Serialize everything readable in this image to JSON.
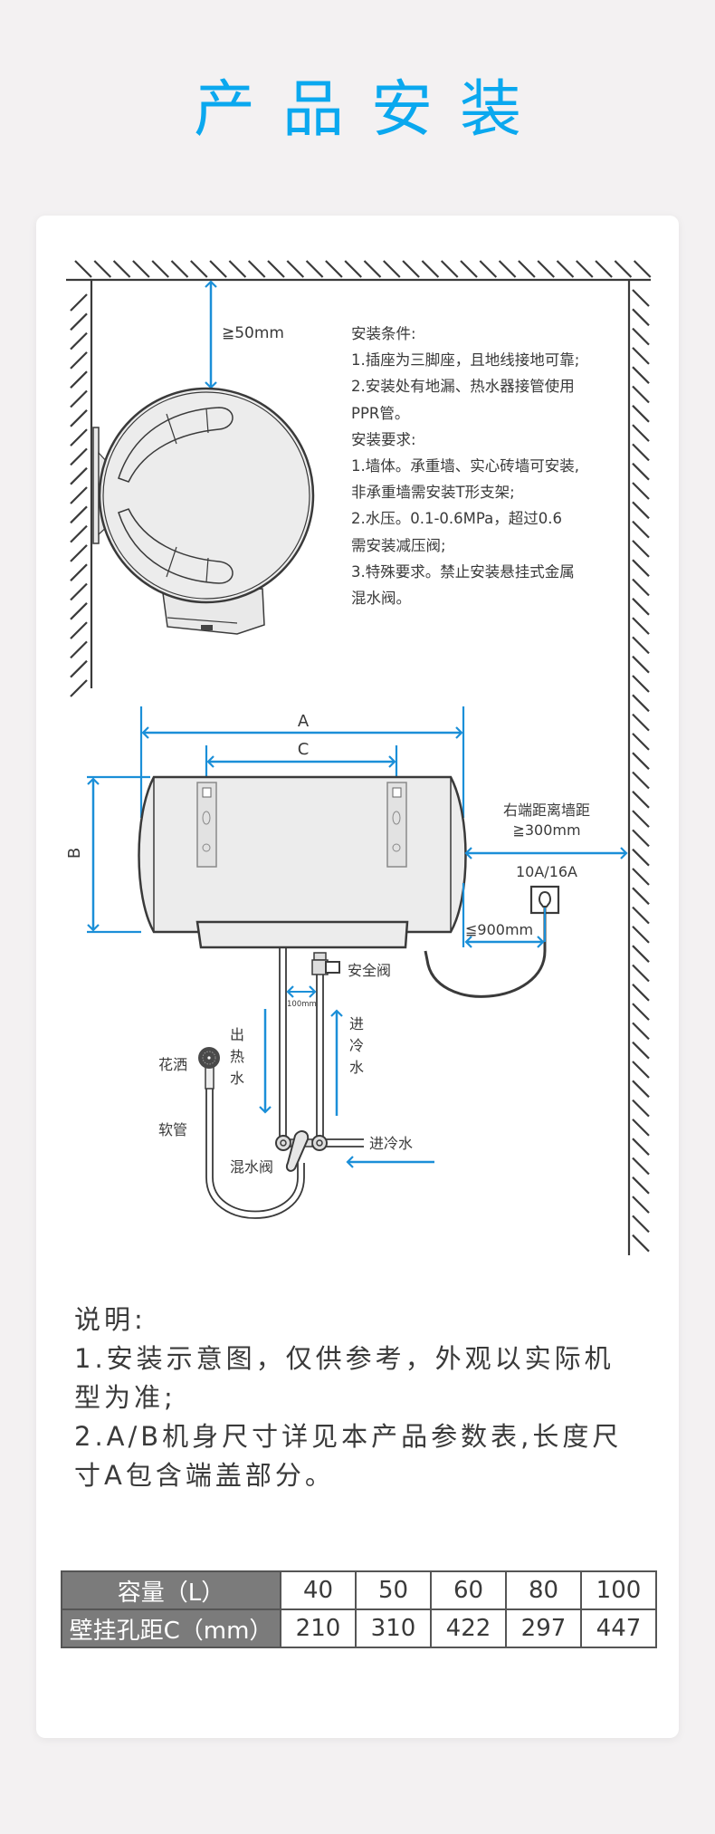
{
  "page_title": "产品安装",
  "colors": {
    "accent": "#0aa8ef",
    "dimension_blue": "#1b8fd8",
    "line_dark": "#3a3a3a",
    "tank_fill": "#ececec",
    "table_header_bg": "#7b7b7b",
    "background": "#f3f1f2"
  },
  "diagram": {
    "top_clearance_label": "≧50mm",
    "dimension_a_label": "A",
    "dimension_b_label": "B",
    "dimension_c_label": "C",
    "right_clearance_label_line1": "右端距离墙距",
    "right_clearance_label_line2": "≧300mm",
    "outlet_rating_label": "10A/16A",
    "outlet_distance_label": "≦900mm",
    "safety_valve_label": "安全阀",
    "pipe_spacing_label": "100mm",
    "hot_out_label": [
      "出",
      "热",
      "水"
    ],
    "cold_in_vertical_label": [
      "进",
      "冷",
      "水"
    ],
    "cold_in_label": "进冷水",
    "shower_head_label": "花洒",
    "hose_label": "软管",
    "mixing_valve_label": "混水阀"
  },
  "requirements": {
    "lines": [
      "安装条件:",
      "1.插座为三脚座，且地线接地可靠;",
      "2.安装处有地漏、热水器接管使用",
      "PPR管。",
      "安装要求:",
      "1.墙体。承重墙、实心砖墙可安装,",
      "非承重墙需安装T形支架;",
      "2.水压。0.1-0.6MPa，超过0.6",
      "需安装减压阀;",
      "3.特殊要求。禁止安装悬挂式金属",
      "混水阀。"
    ]
  },
  "notes": {
    "lines": [
      "说明:",
      "1.安装示意图，仅供参考，外观以实际机",
      "型为准;",
      "2.A/B机身尺寸详见本产品参数表,长度尺",
      "寸A包含端盖部分。"
    ]
  },
  "spec_table": {
    "rows": [
      {
        "header": "容量（L）",
        "values": [
          "40",
          "50",
          "60",
          "80",
          "100"
        ]
      },
      {
        "header": "壁挂孔距C（mm）",
        "values": [
          "210",
          "310",
          "422",
          "297",
          "447"
        ]
      }
    ]
  }
}
